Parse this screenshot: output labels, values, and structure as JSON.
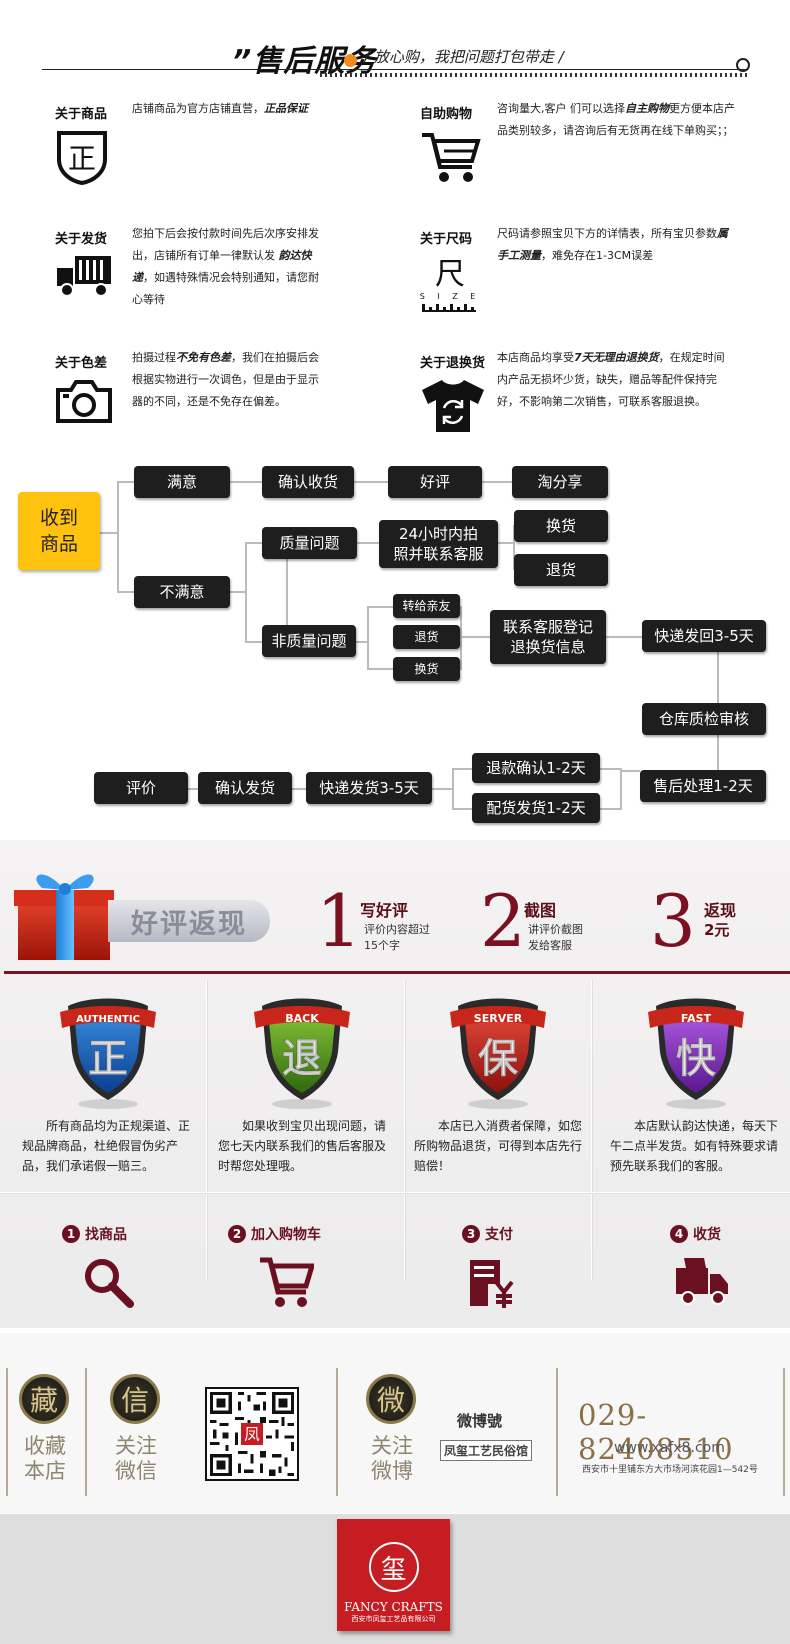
{
  "header": {
    "title": "”售后服务",
    "subtitle": "/ 放心购，我把问题打包带走 /"
  },
  "info": [
    {
      "title": "关于商品",
      "text_html": "店铺商品为官方店铺直营，<b>正品保证</b>",
      "icon": "shield-zheng-icon",
      "glyph": "正"
    },
    {
      "title": "自助购物",
      "text_html": "咨询量大,客户 们可以选择<b>自主购物</b>更方便本店产品类别较多，请咨询后有无货再在线下单购买；；",
      "icon": "shopping-cart-icon"
    },
    {
      "title": "关于发货",
      "text_html": "您拍下后会按付款时间先后次序安排发出，店铺所有订单一律默认发 <b>韵达快递</b>，如遇特殊情况会特别通知，请您耐心等待",
      "icon": "delivery-truck-icon"
    },
    {
      "title": "关于尺码",
      "text_html": "尺码请参照宝贝下方的详情表，所有宝贝参数<b>属手工测量</b>，难免存在1-3CM误差",
      "icon": "size-ruler-icon",
      "glyph": "尺",
      "size_label": "S I Z E"
    },
    {
      "title": "关于色差",
      "text_html": "拍摄过程<b>不免有色差</b>，我们在拍摄后会根据实物进行一次调色，但是由于显示器的不同，还是不免存在偏差。",
      "icon": "camera-icon"
    },
    {
      "title": "关于退换货",
      "text_html": "本店商品均享受<b>7天无理由退换货</b>，在规定时间内产品无损坏少货，缺失，赠品等配件保持完好，不影响第二次销售，可联系客服退换。",
      "icon": "tshirt-exchange-icon"
    }
  ],
  "flow": {
    "start": "收到\n商品",
    "satisfied": "满意",
    "confirm_receipt": "确认收货",
    "good_review": "好评",
    "share": "淘分享",
    "unsatisfied": "不满意",
    "quality_issue": "质量问题",
    "photo_contact": "24小时内拍\n照并联系客服",
    "exchange": "换货",
    "return": "退货",
    "non_quality": "非质量问题",
    "gift_friend": "转给亲友",
    "return_small": "退货",
    "exchange_small": "换货",
    "register": "联系客服登记\n退换货信息",
    "express_back": "快递发回3-5天",
    "inspect": "仓库质检审核",
    "aftersale": "售后处理1-2天",
    "refund": "退款确认1-2天",
    "reship": "配货发货1-2天",
    "express_ship": "快递发货3-5天",
    "confirm_ship": "确认发货",
    "review": "评价"
  },
  "cashback": {
    "banner": "好评返现",
    "steps": [
      {
        "num": "1",
        "title": "写好评",
        "desc": "评价内容超过\n15个字"
      },
      {
        "num": "2",
        "title": "截图",
        "desc": "讲评价截图\n发给客服"
      },
      {
        "num": "3",
        "title": "返现",
        "desc": "2元"
      }
    ]
  },
  "guarantees": [
    {
      "ribbon": "AUTHENTIC",
      "glyph": "正",
      "color_top": "#3b8fe0",
      "color_bottom": "#0b3f92",
      "text": "所有商品均为正规渠道、正规品牌商品，杜绝假冒伪劣产品，我们承诺假一赔三。"
    },
    {
      "ribbon": "BACK",
      "glyph": "退",
      "color_top": "#8bc93a",
      "color_bottom": "#2f6a0d",
      "text": "如果收到宝贝出现问题，请您七天内联系我们的售后客服及时帮您处理哦。"
    },
    {
      "ribbon": "SERVER",
      "glyph": "保",
      "color_top": "#e84a3a",
      "color_bottom": "#8c120f",
      "text": "本店已入消费者保障，如您所购物品退货，可得到本店先行赔偿！"
    },
    {
      "ribbon": "FAST",
      "glyph": "快",
      "color_top": "#b460e6",
      "color_bottom": "#5a1791",
      "text": "本店默认韵达快递，每天下午二点半发货。如有特殊要求请预先联系我们的客服。"
    }
  ],
  "process": [
    {
      "num": "1",
      "label": "找商品",
      "icon": "search-icon"
    },
    {
      "num": "2",
      "label": "加入购物车",
      "icon": "cart-icon"
    },
    {
      "num": "3",
      "label": "支付",
      "icon": "payment-icon"
    },
    {
      "num": "4",
      "label": "收货",
      "icon": "truck-icon"
    }
  ],
  "footer": {
    "favorite_seal": "藏",
    "favorite_label": "收藏\n本店",
    "wechat_seal": "信",
    "wechat_label": "关注\n微信",
    "weibo_seal": "微",
    "weibo_label": "关注\n微博",
    "weibo_title": "微博號",
    "weibo_name": "凤玺工艺民俗馆",
    "phone": "029-82408510",
    "website": "www.xafx8.com",
    "address": "西安市十里铺东方大市场河滨花园1—542号"
  },
  "logo": {
    "name": "FANCY CRAFTS",
    "company": "西安市凤玺工艺品有限公司"
  }
}
